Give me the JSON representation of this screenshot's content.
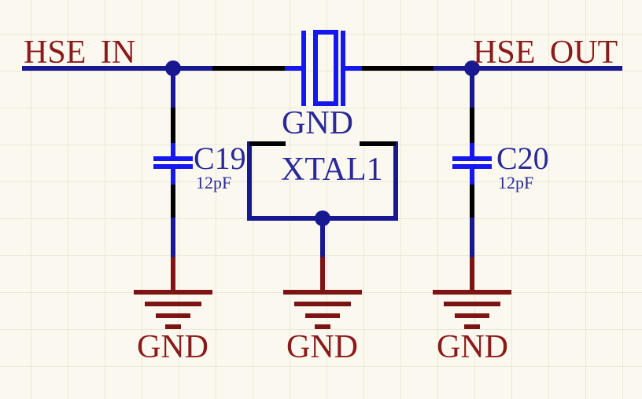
{
  "schematic": {
    "nets": {
      "hse_in": "HSE IN",
      "hse_out": "HSE OUT",
      "gnd_net_label": "GND"
    },
    "components": {
      "xtal": {
        "designator": "XTAL1"
      },
      "c19": {
        "designator": "C19",
        "value": "12pF"
      },
      "c20": {
        "designator": "C20",
        "value": "12pF"
      }
    },
    "power_ports": [
      {
        "label": "GND"
      },
      {
        "label": "GND"
      },
      {
        "label": "GND"
      }
    ],
    "colors": {
      "background": "#FBF8F0",
      "grid": "#EAE7DB",
      "wire": "#181890",
      "pin": "#000000",
      "component_graphic": "#1616EE",
      "power_symbol": "#7D1414",
      "net_text": "#8B1A1A",
      "component_text": "#2A2A96"
    }
  }
}
